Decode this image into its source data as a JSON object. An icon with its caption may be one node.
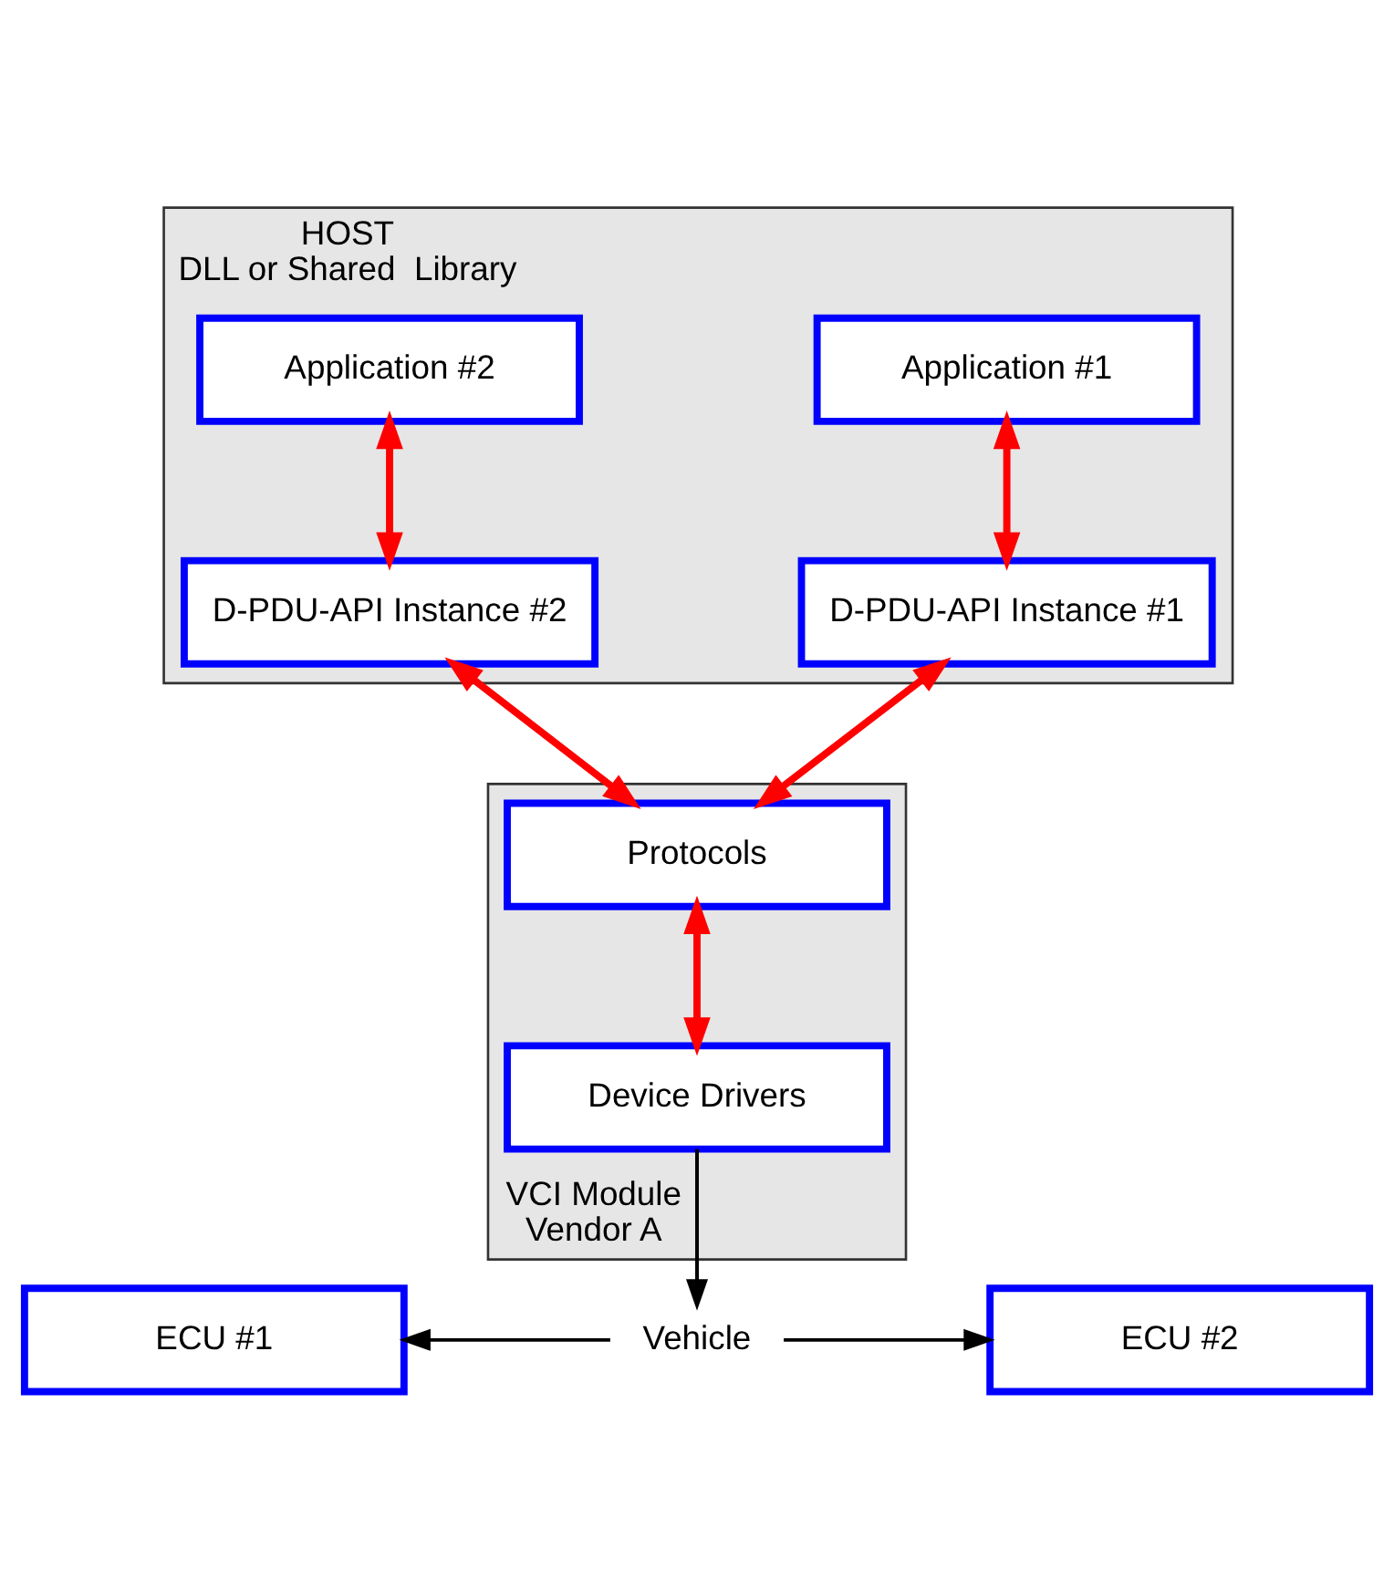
{
  "diagram": {
    "nodes": [
      {
        "text": [
          "HOST",
          "DLL or Shared  Library"
        ]
      },
      {
        "text": [
          "Application #1"
        ],
        "in": 0
      },
      {
        "text": [
          "Application #2"
        ],
        "in": 0
      },
      {
        "text": [
          "D-PDU-API Instance #1"
        ],
        "in": 0
      },
      {
        "text": [
          "D-PDU-API Instance #2"
        ],
        "in": 0
      },
      {
        "text": [
          "VCI Module",
          "Vendor A"
        ]
      },
      {
        "text": [
          "Protocols"
        ],
        "in": 5
      },
      {
        "text": [
          "Device Drivers"
        ],
        "in": 5
      },
      {
        "text": [
          "ECU #1"
        ]
      },
      {
        "text": [
          "ECU #2"
        ]
      },
      {
        "text": [
          "Vehicle"
        ]
      }
    ],
    "edges": [
      {
        "from": 1,
        "to": 3,
        "arrow": "both"
      },
      {
        "from": 2,
        "to": 4,
        "arrow": "both"
      },
      {
        "from": 3,
        "to": 6,
        "arrow": "both"
      },
      {
        "from": 4,
        "to": 6,
        "arrow": "both"
      },
      {
        "from": 6,
        "to": 7,
        "arrow": "both"
      },
      {
        "from": 7,
        "to": 10,
        "arrow": "to",
        "color": "#000000"
      },
      {
        "from": 10,
        "to": 8,
        "arrow": "to",
        "color": "#000000"
      },
      {
        "from": 10,
        "to": 9,
        "arrow": "to",
        "color": "#000000"
      }
    ]
  }
}
